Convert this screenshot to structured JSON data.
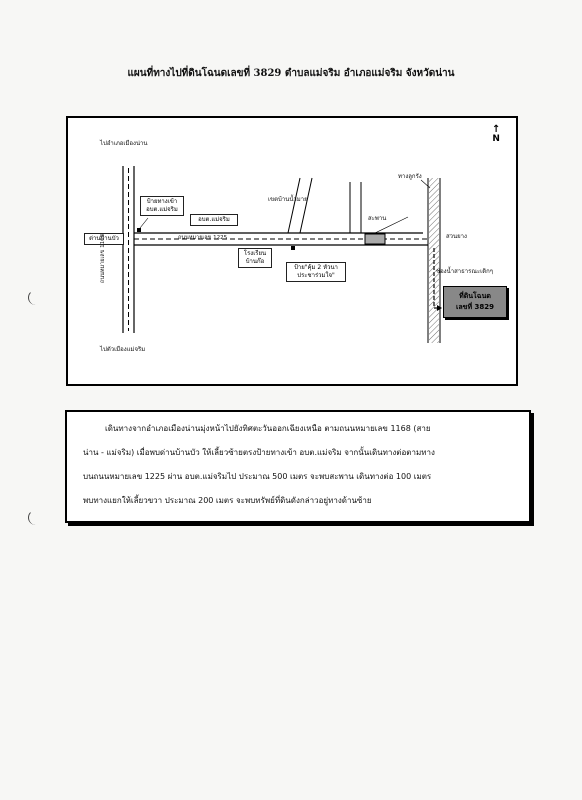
{
  "title": "แผนที่ทางไปที่ดินโฉนดเลขที่ 3829  ตำบลแม่จริม  อำเภอแม่จริม  จังหวัดน่าน",
  "map": {
    "north": "N",
    "to_nan": "ไปอำเภอเมืองน่าน",
    "to_maecharim": "ไปตัวเมืองแม่จริม",
    "sign_entrance": [
      "ป้ายทางเข้า",
      "อบต.แม่จริม"
    ],
    "obt_office": "อบต.แม่จริม",
    "boundary": "เขตบ้านน้ำมาย",
    "road_1225": "ถนนหมายเลข 1225",
    "checkpoint": "ด่านบ้านบัว",
    "road_1168": "ถนนหมายเลข 1168",
    "school": [
      "โรงเรียน",
      "บ้านก๊อ"
    ],
    "sign_village": [
      "ป้าย\"คุ้ม 2 หัวนา",
      "ประชาร่วมใจ\""
    ],
    "bridge": "สะพาน",
    "fork_right": "ทางลูกรัง",
    "garden": "สวนยาง",
    "reservoir": "ช่องน้ำสาธารณะเดิกๆ",
    "plot": [
      "ที่ดินโฉนด",
      "เลขที่ 3829"
    ]
  },
  "description": [
    "เดินทางจากอำเภอเมืองน่านมุ่งหน้าไปยังทิศตะวันออกเฉียงเหนือ  ตามถนนหมายเลข 1168 (สาย",
    "น่าน - แม่จริม)  เมื่อพบด่านบ้านบัว  ให้เลี้ยวซ้ายตรงป้ายทางเข้า อบต.แม่จริม  จากนั้นเดินทางต่อตามทาง",
    "บนถนนหมายเลข 1225  ผ่าน อบต.แม่จริมไป ประมาณ  500  เมตร  จะพบสะพาน  เดินทางต่อ 100 เมตร",
    "พบทางแยกให้เลี้ยวขวา ประมาณ 200 เมตร  จะพบทรัพย์ที่ดินดังกล่าวอยู่ทางด้านซ้าย"
  ]
}
